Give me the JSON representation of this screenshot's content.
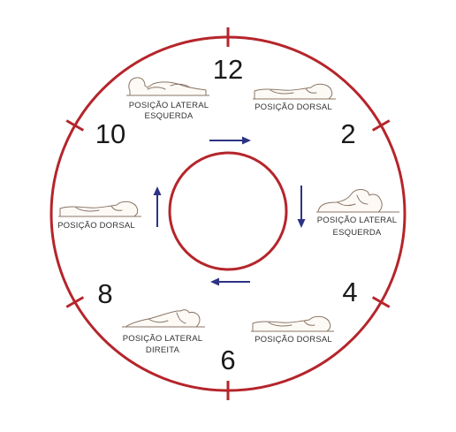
{
  "colors": {
    "ring": "#b5252b",
    "arrow": "#2d3384",
    "figure_stroke": "#8a7565",
    "figure_fill": "#fdfaf6",
    "hour_text": "#1a1a1a",
    "label_text": "#333333"
  },
  "hours": {
    "h12": "12",
    "h2": "2",
    "h4": "4",
    "h6": "6",
    "h8": "8",
    "h10": "10"
  },
  "positions": {
    "p12": {
      "line1": "POSIÇÃO LATERAL",
      "line2": "ESQUERDA",
      "figure_icon": "person-lying-left-side-icon"
    },
    "p1": {
      "line1": "POSIÇÃO DORSAL",
      "figure_icon": "person-lying-supine-icon"
    },
    "p3": {
      "line1": "POSIÇÃO LATERAL",
      "line2": "ESQUERDA",
      "figure_icon": "person-lying-left-side-icon"
    },
    "p5": {
      "line1": "POSIÇÃO DORSAL",
      "figure_icon": "person-lying-supine-icon"
    },
    "p7": {
      "line1": "POSIÇÃO LATERAL",
      "line2": "DIREITA",
      "figure_icon": "person-lying-right-side-icon"
    },
    "p9": {
      "line1": "POSIÇÃO DORSAL",
      "figure_icon": "person-lying-supine-icon"
    }
  },
  "arrows": [
    "arrow-right-icon",
    "arrow-down-icon",
    "arrow-left-icon",
    "arrow-up-icon"
  ]
}
